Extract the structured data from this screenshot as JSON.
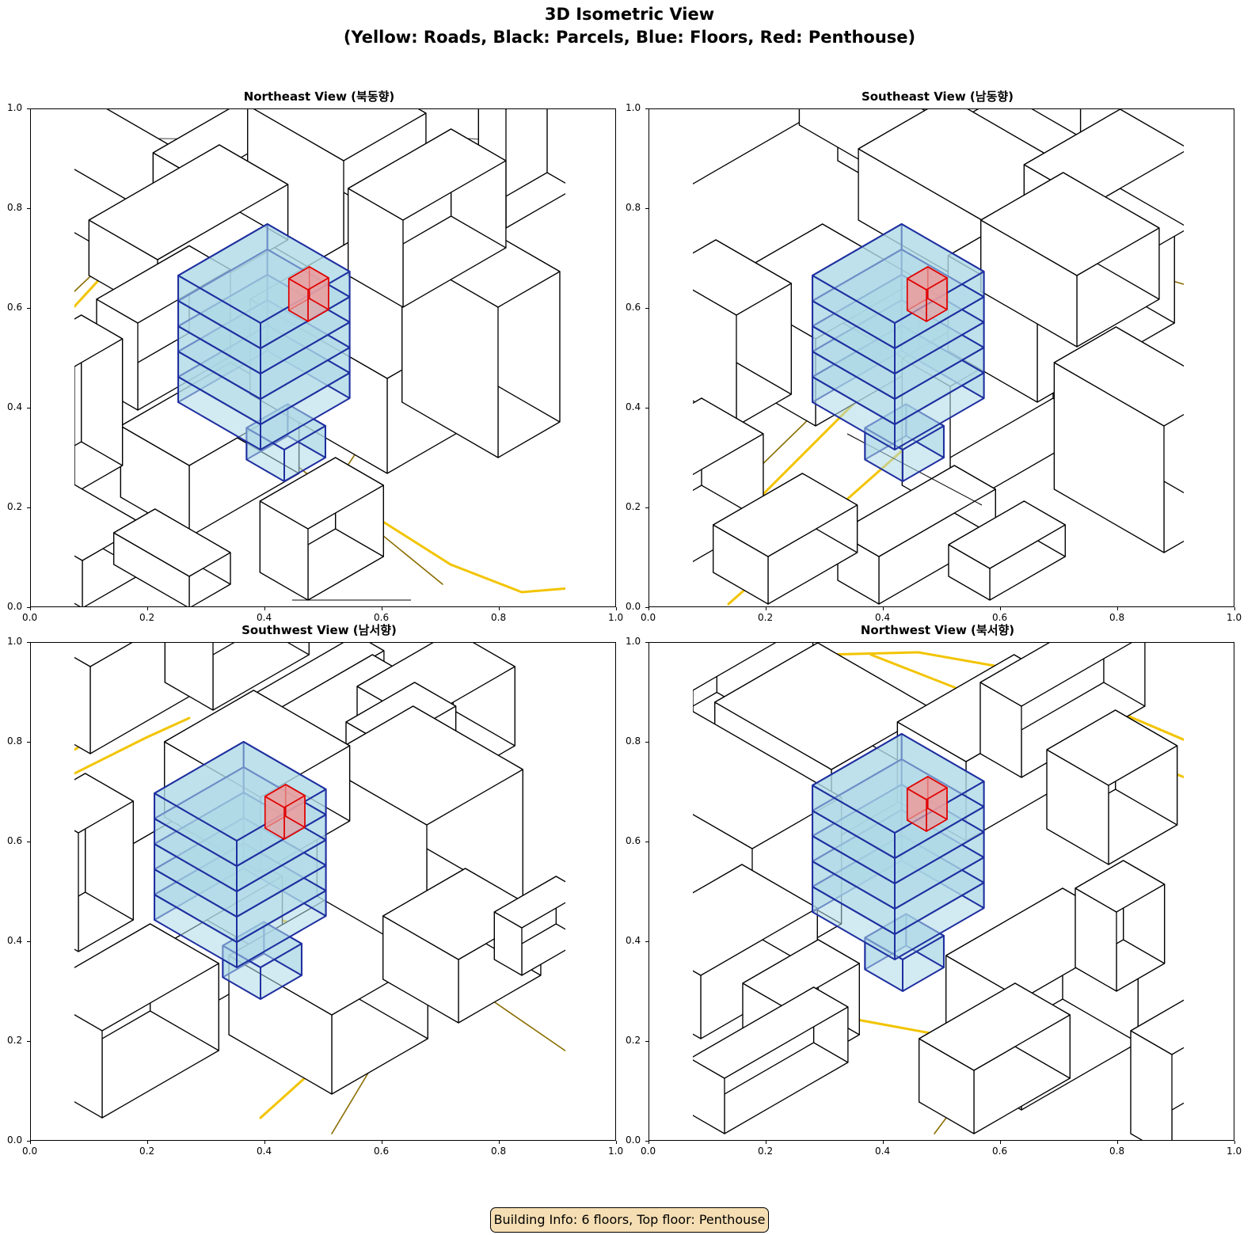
{
  "figure": {
    "title_line1": "3D Isometric View",
    "title_line2": "(Yellow: Roads, Black: Parcels, Blue: Floors, Red: Penthouse)"
  },
  "colors": {
    "road": "#f2c400",
    "road_dark": "#8a6d00",
    "parcel": "#000000",
    "floor_fill": "#add8e6",
    "floor_edge": "#1f2fa0",
    "penthouse_fill": "#e8a0a0",
    "penthouse_edge": "#e00000",
    "info_bg": "#f5deb3"
  },
  "axis": {
    "x_ticks": [
      "0.0",
      "0.2",
      "0.4",
      "0.6",
      "0.8",
      "1.0"
    ],
    "y_ticks": [
      "0.0",
      "0.2",
      "0.4",
      "0.6",
      "0.8",
      "1.0"
    ],
    "xlim": [
      0,
      1
    ],
    "ylim": [
      0,
      1
    ]
  },
  "panels": [
    {
      "title": "Northeast View (북동향)",
      "view": "northeast"
    },
    {
      "title": "Southeast View (남동향)",
      "view": "southeast"
    },
    {
      "title": "Southwest View (남서향)",
      "view": "southwest"
    },
    {
      "title": "Northwest View (북서향)",
      "view": "northwest"
    }
  ],
  "building": {
    "floors": 6,
    "penthouse": true,
    "info_text": "Building Info: 6 floors, Top floor: Penthouse"
  }
}
